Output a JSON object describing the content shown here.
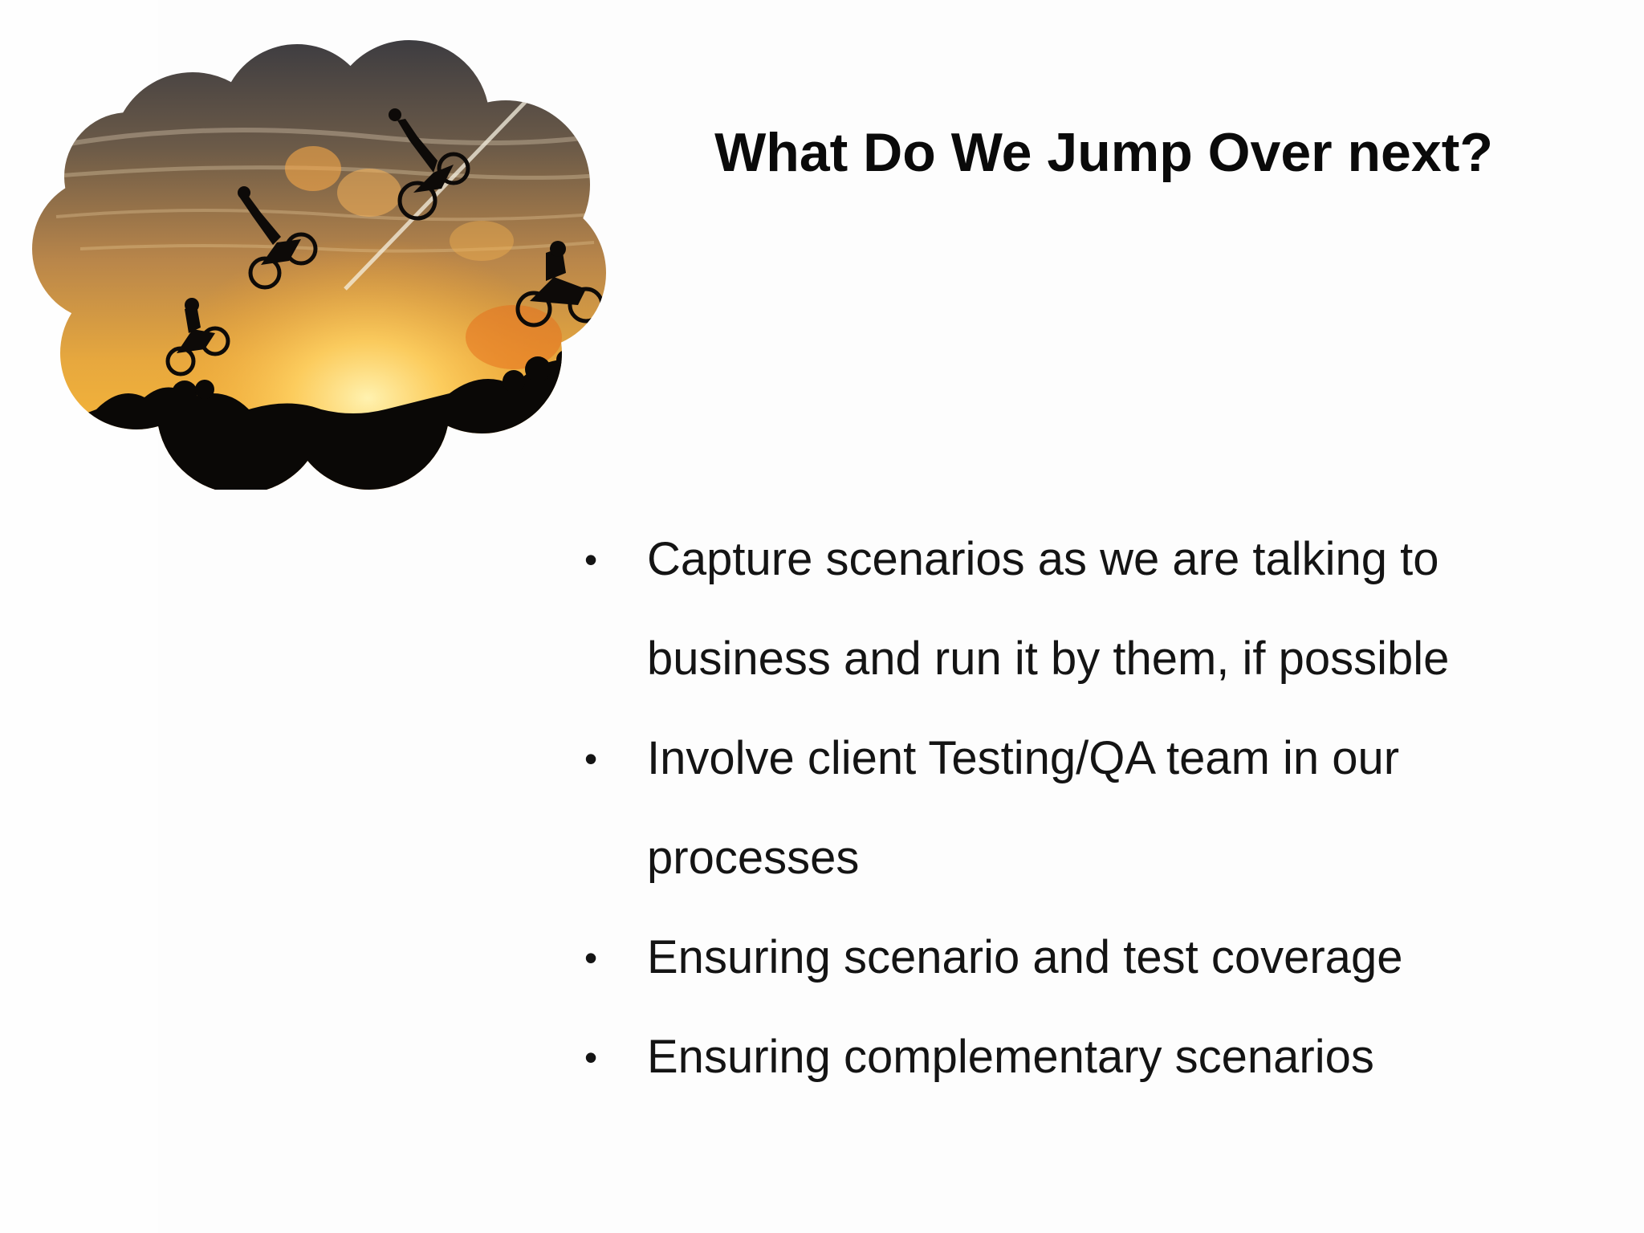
{
  "slide": {
    "title": "What Do We Jump Over next?",
    "image": {
      "description_icon": "cloud-shaped-photo-motocross-jumpers-sunset"
    },
    "bullet_glyph": "•",
    "bullets": [
      "Capture scenarios as we are talking to business and run it by them, if possible",
      "Involve client Testing/QA team in our processes",
      "Ensuring scenario and test coverage",
      "Ensuring complementary scenarios"
    ],
    "colors": {
      "text": "#141414",
      "title": "#0a0a0a",
      "background": "#fdfdfd"
    }
  }
}
